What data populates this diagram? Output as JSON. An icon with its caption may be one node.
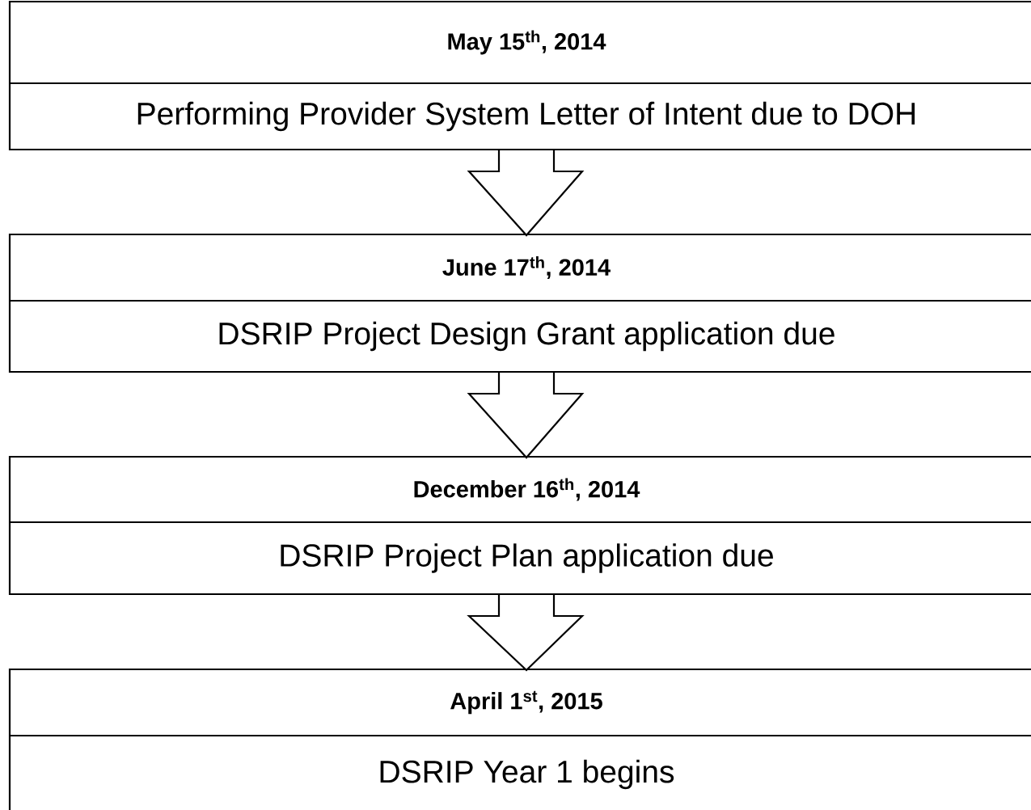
{
  "diagram": {
    "nodes": [
      {
        "text": [
          "May 15$^{th}$, 2014",
          "Performing Provider System Letter of Intent due to DOH"
        ]
      },
      {
        "text": [
          "June 17$^{th}$, 2014",
          "DSRIP Project Design Grant application due"
        ]
      },
      {
        "text": [
          "December 16$^{th}$, 2014",
          "DSRIP Project Plan application due"
        ]
      },
      {
        "text": [
          "April 1$^{st}$, 2015",
          "DSRIP Year 1 begins"
        ]
      }
    ],
    "edges": [
      {
        "from": 0,
        "to": 1,
        "arrow": "to"
      },
      {
        "from": 1,
        "to": 2,
        "arrow": "to"
      },
      {
        "from": 2,
        "to": 3,
        "arrow": "to"
      }
    ]
  }
}
